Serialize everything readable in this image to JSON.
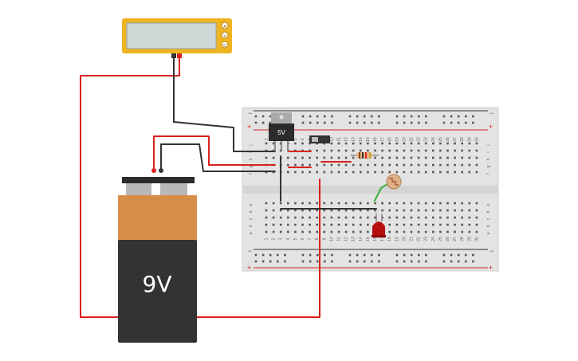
{
  "components": {
    "multimeter": {
      "name": "multimeter",
      "mode_buttons": [
        "A",
        "V",
        "Ω"
      ]
    },
    "battery": {
      "label": "9V",
      "terminals": [
        "positive",
        "negative"
      ]
    },
    "regulator": {
      "label": "5V"
    },
    "breadboard": {
      "columns": [
        "1",
        "2",
        "3",
        "4",
        "5",
        "6",
        "7",
        "8",
        "9",
        "10",
        "11",
        "12",
        "13",
        "14",
        "15",
        "16",
        "17",
        "18",
        "19",
        "20",
        "21",
        "22",
        "23",
        "24",
        "25",
        "26",
        "27",
        "28",
        "29",
        "30"
      ],
      "rows_top": [
        "j",
        "i",
        "h",
        "g",
        "f"
      ],
      "rows_bottom": [
        "e",
        "d",
        "c",
        "b",
        "a"
      ],
      "rail_plus": "+",
      "rail_minus": "−"
    },
    "switch": {
      "name": "slide-switch"
    },
    "resistor": {
      "name": "resistor"
    },
    "photoresistor": {
      "name": "photoresistor"
    },
    "led": {
      "name": "led",
      "color": "#b80f0f"
    }
  },
  "colors": {
    "wire_red": "#d9221e",
    "wire_black": "#333333",
    "wire_green": "#3fae3f",
    "breadboard": "#e3e3e3",
    "multimeter_body": "#eeb422",
    "battery_top": "#d78c48",
    "battery_bottom": "#333333"
  }
}
